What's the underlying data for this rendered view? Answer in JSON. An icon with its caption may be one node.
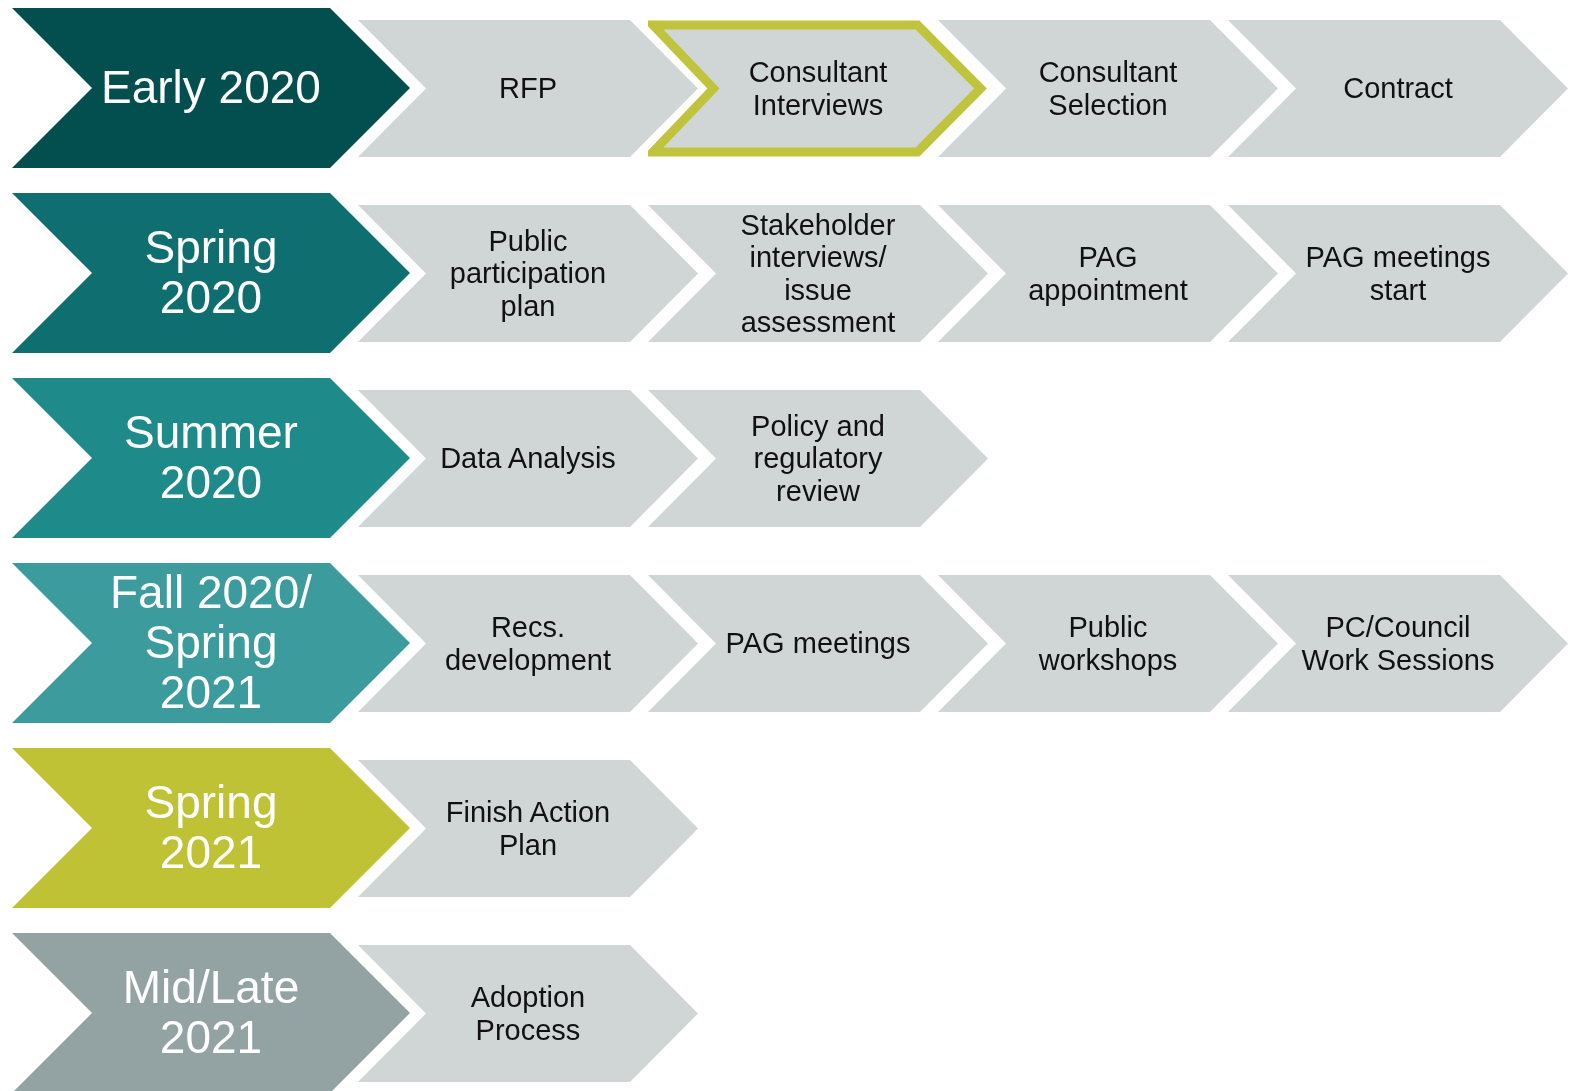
{
  "diagram": {
    "nodes": [
      {
        "text": [
          "Early 2020"
        ]
      },
      {
        "text": [
          "RFP"
        ]
      },
      {
        "text": [
          "Consultant Interviews"
        ]
      },
      {
        "text": [
          "Consultant Selection"
        ]
      },
      {
        "text": [
          "Contract"
        ]
      },
      {
        "text": [
          "Spring 2020"
        ]
      },
      {
        "text": [
          "Public participation plan"
        ]
      },
      {
        "text": [
          "Stakeholder interviews/ issue assessment"
        ]
      },
      {
        "text": [
          "PAG appointment"
        ]
      },
      {
        "text": [
          "PAG meetings start"
        ]
      },
      {
        "text": [
          "Summer 2020"
        ]
      },
      {
        "text": [
          "Data Analysis"
        ]
      },
      {
        "text": [
          "Policy and regulatory review"
        ]
      },
      {
        "text": [
          "Fall 2020/ Spring 2021"
        ]
      },
      {
        "text": [
          "Recs. development"
        ]
      },
      {
        "text": [
          "PAG meetings"
        ]
      },
      {
        "text": [
          "Public workshops"
        ]
      },
      {
        "text": [
          "PC/Council Work Sessions"
        ]
      },
      {
        "text": [
          "Spring 2021"
        ]
      },
      {
        "text": [
          "Finish Action Plan"
        ]
      },
      {
        "text": [
          "Mid/Late 2021"
        ]
      },
      {
        "text": [
          "Adoption Process"
        ]
      }
    ]
  }
}
